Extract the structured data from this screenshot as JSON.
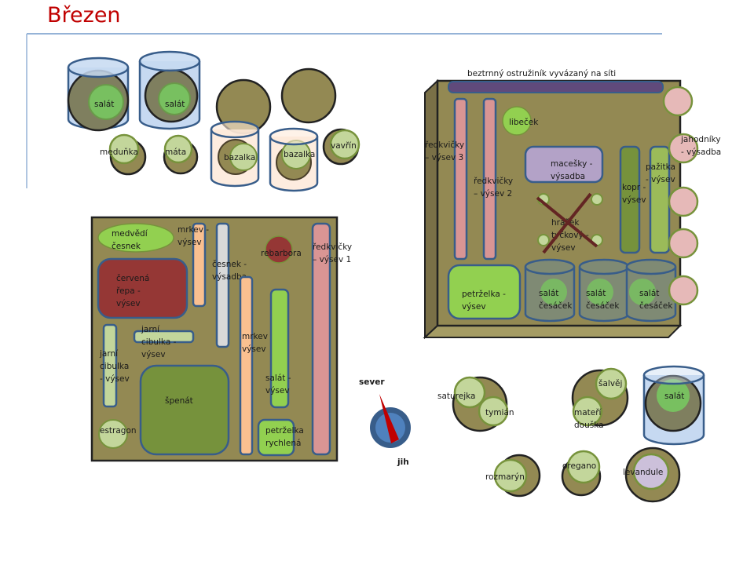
{
  "page": {
    "title": "Březen"
  },
  "colors": {
    "title": "#c00000",
    "soil": "#938953",
    "soil_dark": "#7a7047",
    "pot_outline": "#385d8a",
    "pot_blue_fill": "#c6d9f1",
    "pot_peach_fill": "#fde9d9",
    "plant_light": "#c3d69b",
    "plant_lettuce": "#78c060",
    "radish": "#d99594",
    "carrot": "#fac090",
    "garlic": "#d9d9d9",
    "beet": "#953735",
    "spinach": "#76923c",
    "parsley": "#92d050",
    "pansy": "#b3a2c7",
    "strawberry": "#e6b9b8",
    "blackberry_trellis": "#604a7b",
    "compass_needle": "#c00000",
    "compass_disc": "#4f81bd"
  },
  "pots": {
    "salat_1": "salát",
    "salat_2": "salát",
    "meduňka": "meduňka",
    "mata": "máta",
    "bazalka_1": "bazalka",
    "bazalka_2": "bazalka",
    "vavrin": "vavřín"
  },
  "bed_left": {
    "medvedi_cesnek": [
      "medvědí",
      "česnek"
    ],
    "cervena_repa": [
      "červená",
      "řepa -",
      "výsev"
    ],
    "mrkev_1": [
      "mrkev -",
      "výsev"
    ],
    "cesnek": [
      "česnek -",
      "výsadba"
    ],
    "rebarbora": "rebarbora",
    "redkvicky_1": [
      "ředkvičky",
      "– výsev 1"
    ],
    "jarni_cibulka_1": [
      "jarní",
      "cibulka -",
      "výsev"
    ],
    "jarni_cibulka_2": [
      "jarní",
      "cibulka",
      "- výsev"
    ],
    "mrkev_2": [
      "mrkev -",
      "výsev"
    ],
    "salat_vysev": [
      "salát -",
      "výsev"
    ],
    "spenat": "špenát",
    "estragon": "estragon",
    "petrzelka_rychla": [
      "petrželka",
      "rychlená"
    ]
  },
  "bed_right": {
    "ostruzinik": "beztrnný ostružiník vyvázaný na síti",
    "redkvicky_3": [
      "ředkvičky",
      "– výsev 3"
    ],
    "redkvicky_2": [
      "ředkvičky",
      "– výsev 2"
    ],
    "libecek": "libeček",
    "macesky": [
      "macešky -",
      "výsadba"
    ],
    "kopr": [
      "kopr -",
      "výsev"
    ],
    "pazitka": [
      "pažitka",
      "- výsev"
    ],
    "jahodniky": [
      "jahodníky",
      "- výsadba"
    ],
    "hrasek": [
      "hrášek",
      "tyčkový -",
      "výsev"
    ],
    "petrzelka": [
      "petrželka -",
      "výsev"
    ],
    "salat_cesacek_1": [
      "salát",
      "česáček"
    ],
    "salat_cesacek_2": [
      "salát",
      "česáček"
    ],
    "salat_cesacek_3": [
      "salát",
      "česáček"
    ]
  },
  "compass": {
    "north": "sever",
    "south": "jih"
  },
  "herbs": {
    "saturejka": "saturejka",
    "tymian": "tymián",
    "salvej": "šalvěj",
    "materi_douska": [
      "mateří",
      "douška"
    ],
    "salat": "salát",
    "rozmaryn": "rozmarýn",
    "oregano": "oregano",
    "levandule": "levandule"
  }
}
